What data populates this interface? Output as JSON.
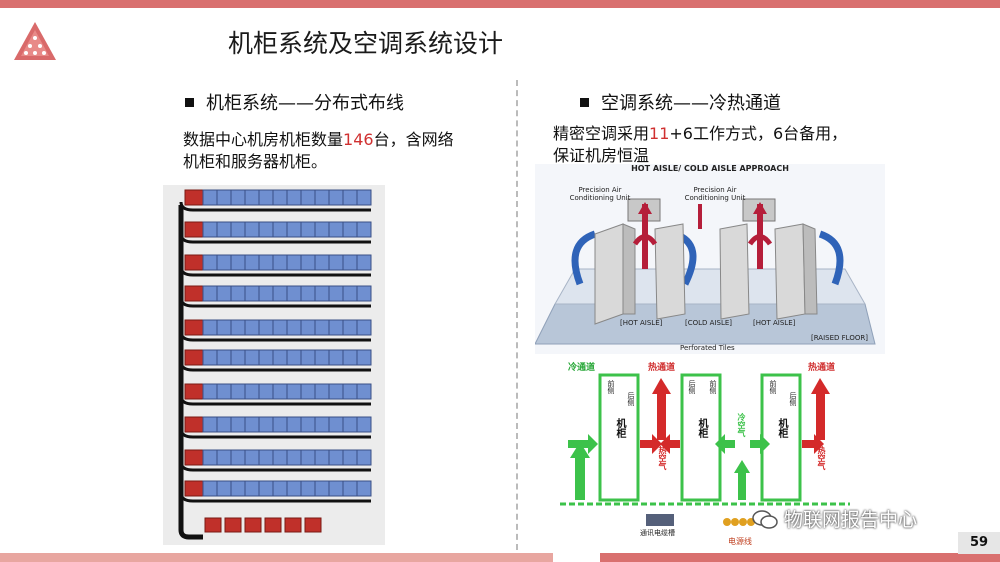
{
  "slide": {
    "title": "机柜系统及空调系统设计",
    "page_number": "59",
    "watermark": "物联网报告中心"
  },
  "left": {
    "heading": "机柜系统——分布式布线",
    "text_prefix": "数据中心机房机柜数量",
    "text_highlight": "146",
    "text_suffix_line1": "台，含网络",
    "text_line2": "机柜和服务器机柜。"
  },
  "right": {
    "heading": "空调系统——冷热通道",
    "text_prefix": "精密空调采用",
    "text_highlight": "11",
    "text_suffix_line1": "+6工作方式，6台备用，",
    "text_line2": "保证机房恒温",
    "diagram": {
      "title": "HOT AISLE/ COLD AISLE  APPROACH",
      "pac_label_1": "Precision Air Conditioning Unit",
      "pac_label_2": "Precision Air Conditioning Unit",
      "hot_aisle_1": "[HOT AISLE]",
      "cold_aisle": "[COLD AISLE]",
      "hot_aisle_2": "[HOT AISLE]",
      "raised_floor": "[RAISED FLOOR]",
      "perforated_tiles": "Perforated Tiles"
    },
    "flow": {
      "cold_left": "冷通道",
      "hot_left": "热通道",
      "hot_right": "热通道",
      "cabinet_label": "机柜",
      "front": "前侧",
      "back": "后侧",
      "hot_air": "热空气",
      "cold_air": "冷空气",
      "legend_cable": "通讯电缆槽",
      "legend_power": "电源线"
    }
  },
  "colors": {
    "accent": "#d9706f",
    "highlight_red": "#d03030",
    "rack_blue": "#6f8fd0",
    "rack_red": "#c0302a",
    "cold_green": "#3cc24a",
    "hot_red": "#d42a2a"
  }
}
